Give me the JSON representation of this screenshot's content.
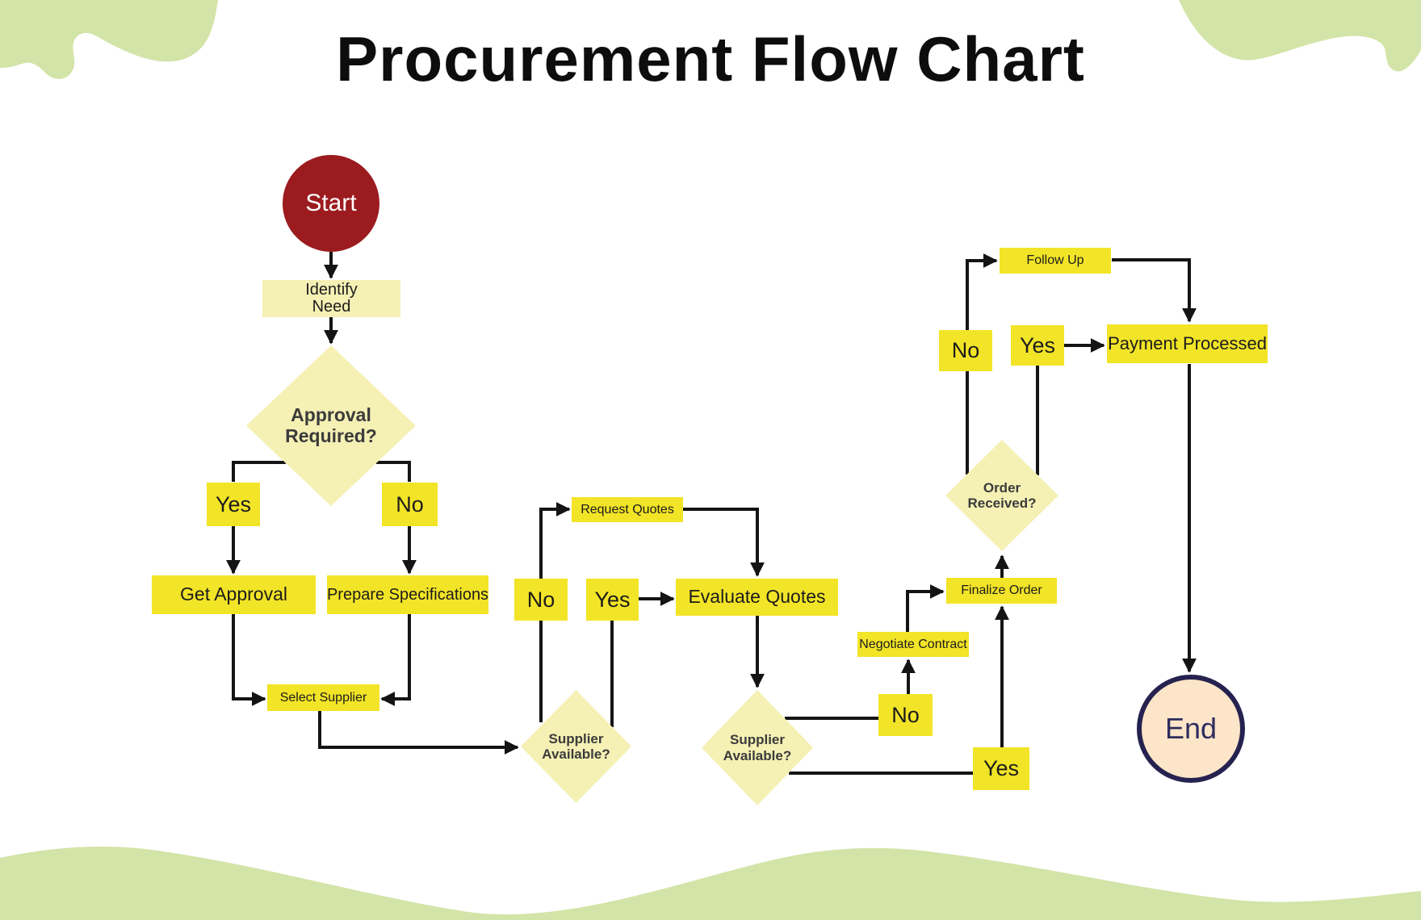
{
  "title": "Procurement Flow Chart",
  "colors": {
    "bright_yellow": "#F2E427",
    "pale_yellow": "#F5F0B4",
    "dark_red": "#9B1B1F",
    "peach": "#FCE5C8",
    "navy": "#262250",
    "green": "#D3E4A8",
    "line": "#141414"
  },
  "nodes": {
    "start": {
      "label": "Start"
    },
    "identify_need": {
      "line1": "Identify",
      "line2": "Need"
    },
    "approval_required": {
      "line1": "Approval",
      "line2": "Required?"
    },
    "yes_approval": {
      "label": "Yes"
    },
    "no_approval": {
      "label": "No"
    },
    "get_approval": {
      "label": "Get Approval"
    },
    "prepare_specifications": {
      "label": "Prepare Specifications"
    },
    "select_supplier": {
      "label": "Select Supplier"
    },
    "supplier_available_1": {
      "line1": "Supplier",
      "line2": "Available?"
    },
    "no_supplier_1": {
      "label": "No"
    },
    "yes_supplier_1": {
      "label": "Yes"
    },
    "request_quotes": {
      "label": "Request Quotes"
    },
    "evaluate_quotes": {
      "label": "Evaluate Quotes"
    },
    "supplier_available_2": {
      "line1": "Supplier",
      "line2": "Available?"
    },
    "no_supplier_2": {
      "label": "No"
    },
    "negotiate_contract": {
      "label": "Negotiate Contract"
    },
    "yes_supplier_2": {
      "label": "Yes"
    },
    "finalize_order": {
      "label": "Finalize Order"
    },
    "order_received": {
      "line1": "Order",
      "line2": "Received?"
    },
    "no_order": {
      "label": "No"
    },
    "yes_order": {
      "label": "Yes"
    },
    "follow_up": {
      "label": "Follow Up"
    },
    "payment_processed": {
      "label": "Payment Processed"
    },
    "end": {
      "label": "End"
    }
  }
}
